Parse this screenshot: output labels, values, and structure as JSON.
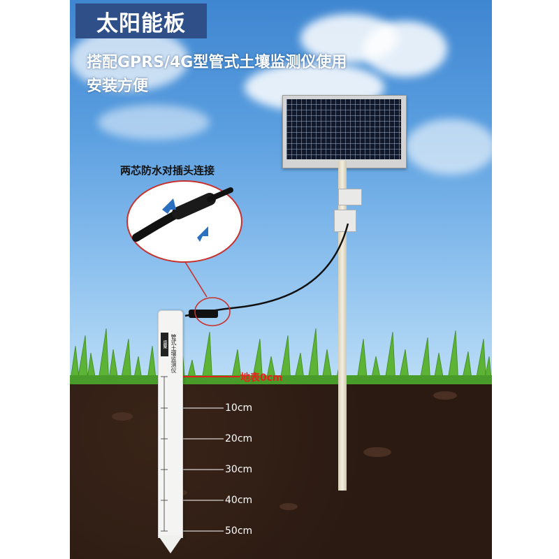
{
  "title_badge": "太阳能板",
  "subtitle_line1": "搭配GPRS/4G型管式土壤监测仪使用",
  "subtitle_line2": "安装方便",
  "connector_label": "两芯防水对插头连接",
  "ground_label": "地表0cm",
  "depth_labels": [
    "10cm",
    "20cm",
    "30cm",
    "40cm",
    "50cm"
  ],
  "probe_text": "管式土壤监测仪",
  "probe_badge": "盛聚",
  "colors": {
    "title_bg": "#2f4f88",
    "ground_line": "#e8201c",
    "arrow": "#2a6fc0",
    "callout_ring": "#c9302c"
  },
  "icons": [
    "solar-panel-icon",
    "arrow-icon"
  ]
}
